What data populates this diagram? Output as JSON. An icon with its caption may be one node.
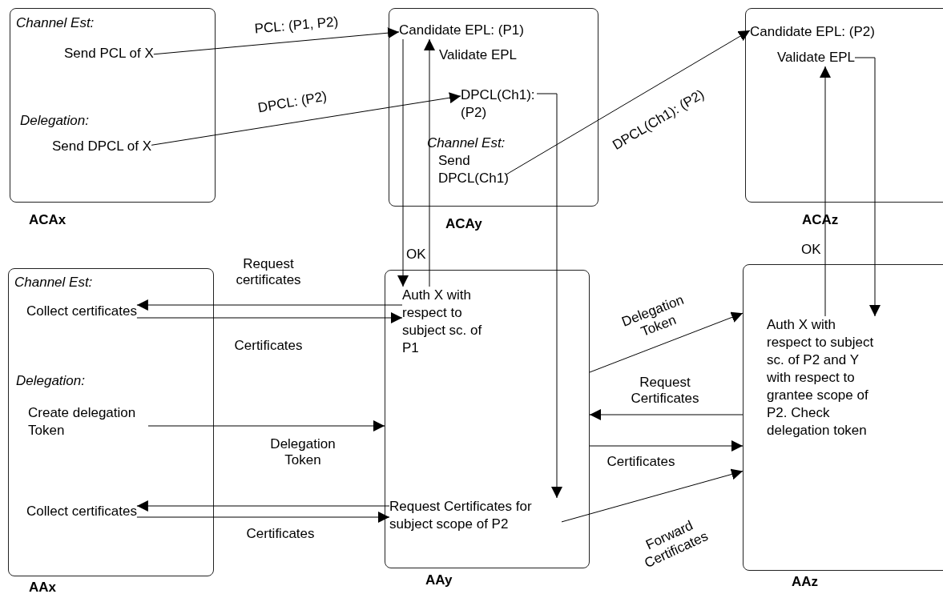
{
  "diagram": {
    "nodes": [
      {
        "text": [
          "ACAx"
        ]
      },
      {
        "text": [
          "Channel Est:"
        ],
        "in": 0
      },
      {
        "text": [
          "Send PCL of X"
        ],
        "in": 0
      },
      {
        "text": [
          "Delegation:"
        ],
        "in": 0
      },
      {
        "text": [
          "Send DPCL of X"
        ],
        "in": 0
      },
      {
        "text": [
          "ACAy"
        ]
      },
      {
        "text": [
          "Candidate EPL: (P1)"
        ],
        "in": 5
      },
      {
        "text": [
          "Validate EPL"
        ],
        "in": 5
      },
      {
        "text": [
          "DPCL(Ch1): (P2)"
        ],
        "in": 5
      },
      {
        "text": [
          "Channel Est:"
        ],
        "in": 5
      },
      {
        "text": [
          "Send DPCL(Ch1)"
        ],
        "in": 5
      },
      {
        "text": [
          "ACAz"
        ]
      },
      {
        "text": [
          "Candidate EPL: (P2)"
        ],
        "in": 11
      },
      {
        "text": [
          "Validate EPL"
        ],
        "in": 11
      },
      {
        "text": [
          "AAx"
        ]
      },
      {
        "text": [
          "Channel Est:"
        ],
        "in": 14
      },
      {
        "text": [
          "Collect certificates"
        ],
        "in": 14
      },
      {
        "text": [
          "Delegation:"
        ],
        "in": 14
      },
      {
        "text": [
          "Create delegation Token"
        ],
        "in": 14
      },
      {
        "text": [
          "Collect certificates"
        ],
        "in": 14
      },
      {
        "text": [
          "AAy"
        ]
      },
      {
        "text": [
          "Auth X with respect to subject sc. of P1"
        ],
        "in": 20
      },
      {
        "text": [
          "Request Certificates for subject scope of P2"
        ],
        "in": 20
      },
      {
        "text": [
          "AAz"
        ]
      },
      {
        "text": [
          "Auth X with respect to subject sc. of P2 and Y with respect to grantee scope of P2. Check delegation token"
        ],
        "in": 23
      }
    ],
    "edges": [
      {
        "from": 2,
        "to": 6,
        "arrow": "to",
        "label": "PCL: (P1, P2)"
      },
      {
        "from": 4,
        "to": 8,
        "arrow": "to",
        "label": "DPCL: (P2)"
      },
      {
        "from": 10,
        "to": 12,
        "arrow": "to",
        "label": "DPCL(Ch1): (P2)"
      },
      {
        "from": 6,
        "to": 21,
        "arrow": "to"
      },
      {
        "from": 21,
        "to": 6,
        "arrow": "to",
        "label": "OK"
      },
      {
        "from": 8,
        "to": 22,
        "arrow": "to"
      },
      {
        "from": 21,
        "to": 16,
        "arrow": "to",
        "label": "Request certificates"
      },
      {
        "from": 16,
        "to": 21,
        "arrow": "to",
        "label": "Certificates"
      },
      {
        "from": 18,
        "to": 20,
        "arrow": "to",
        "label": "Delegation Token"
      },
      {
        "from": 20,
        "to": 23,
        "arrow": "to",
        "label": "Delegation Token"
      },
      {
        "from": 23,
        "to": 20,
        "arrow": "to",
        "label": "Request Certificates"
      },
      {
        "from": 20,
        "to": 23,
        "arrow": "to",
        "label": "Certificates"
      },
      {
        "from": 22,
        "to": 19,
        "arrow": "to"
      },
      {
        "from": 19,
        "to": 22,
        "arrow": "to",
        "label": "Certificates"
      },
      {
        "from": 22,
        "to": 23,
        "arrow": "to",
        "label": "Forward Certificates"
      },
      {
        "from": 24,
        "to": 13,
        "arrow": "to",
        "label": "OK"
      },
      {
        "from": 13,
        "to": 24,
        "arrow": "to"
      }
    ]
  }
}
